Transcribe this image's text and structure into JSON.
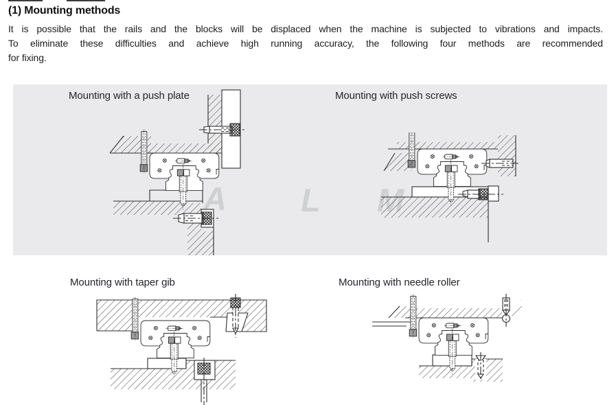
{
  "page": {
    "heading": "(1) Mounting methods",
    "paragraph_lines": [
      "It is possible that the rails and the blocks will be displaced when the machine is subjected to vibrations and impacts.",
      "To eliminate these difficulties and achieve high running accuracy, the following four methods are recommended",
      "for fixing."
    ],
    "panel_bg": "#eaeaec",
    "line_color": "#2e2e2e",
    "watermark": {
      "letters": [
        "A",
        "L",
        "M"
      ],
      "color": "#cfd0d2"
    },
    "diagrams": [
      {
        "id": "push-plate",
        "title": "Mounting with a push plate"
      },
      {
        "id": "push-screws",
        "title": "Mounting with push screws"
      },
      {
        "id": "taper-gib",
        "title": "Mounting with taper gib"
      },
      {
        "id": "needle-roller",
        "title": "Mounting with needle roller"
      }
    ]
  }
}
